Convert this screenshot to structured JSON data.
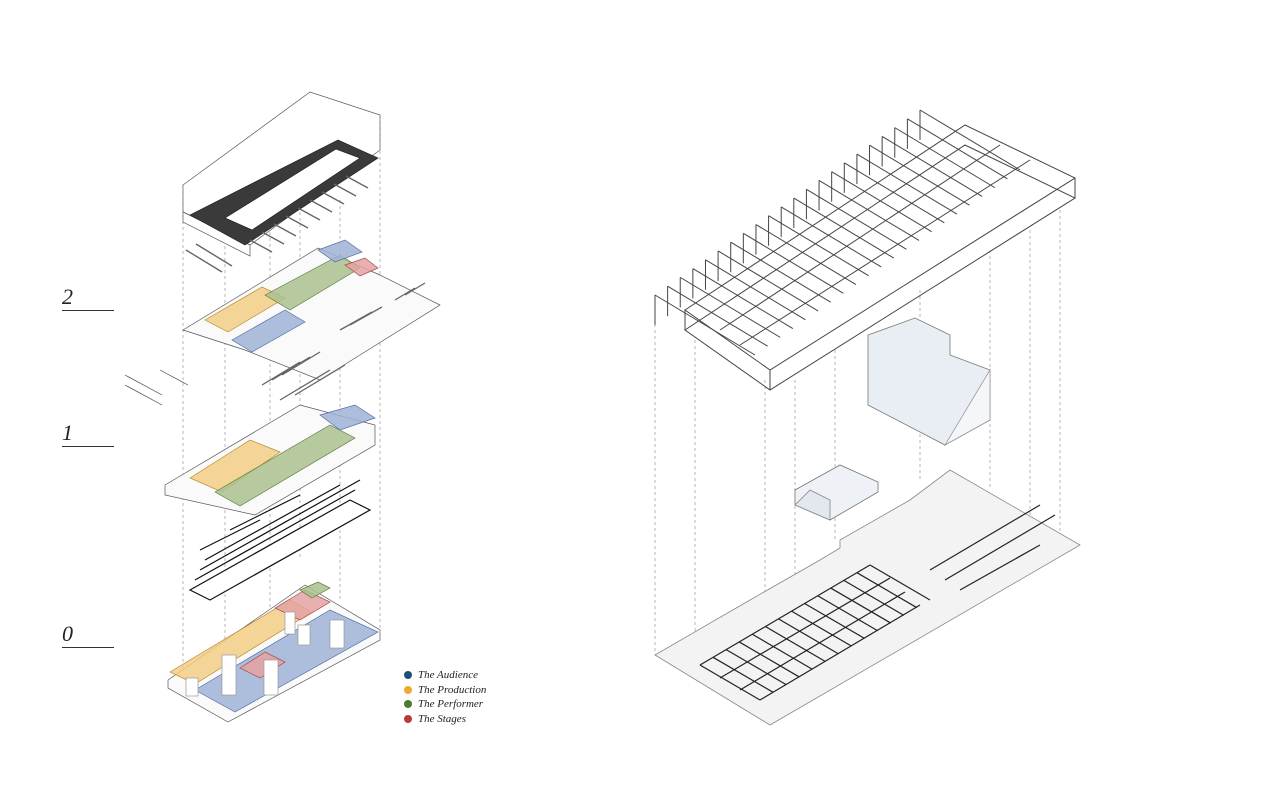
{
  "levels": [
    {
      "label": "2"
    },
    {
      "label": "1"
    },
    {
      "label": "0"
    }
  ],
  "legend": [
    {
      "label": "The Audience",
      "color": "#1f4e79"
    },
    {
      "label": "The Production",
      "color": "#f0a830"
    },
    {
      "label": "The Performer",
      "color": "#4e7a2e"
    },
    {
      "label": "The Stages",
      "color": "#b83a3a"
    }
  ],
  "zone_fills": {
    "audience": "#9fb2d6",
    "production": "#f3cc86",
    "performer": "#a9c08e",
    "stages": "#e4a2a2"
  }
}
